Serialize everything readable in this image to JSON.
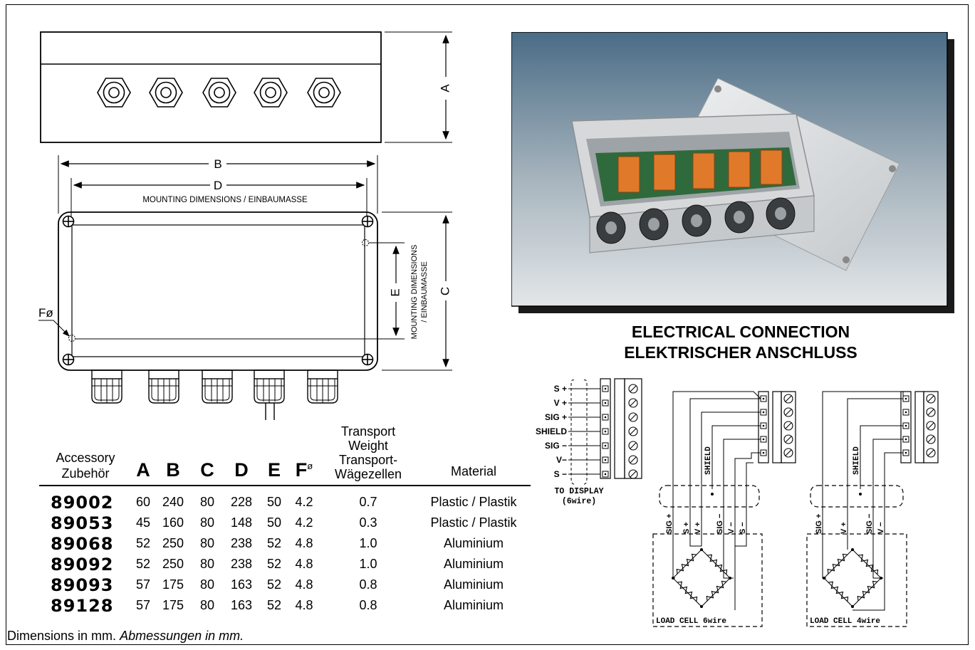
{
  "drawing": {
    "dim_a": "A",
    "dim_b": "B",
    "dim_c": "C",
    "dim_d": "D",
    "dim_e": "E",
    "dim_f": "Fø",
    "mounting_h": "MOUNTING DIMENSIONS / EINBAUMASSE",
    "mounting_v1": "MOUNTING DIMENSIONS",
    "mounting_v2": "/ EINBAUMASSE"
  },
  "connection": {
    "title_en": "ELECTRICAL CONNECTION",
    "title_de": "ELEKTRISCHER ANSCHLUSS",
    "display_pins": [
      "S +",
      "V +",
      "SIG +",
      "SHIELD",
      "SIG −",
      "V−",
      "S −"
    ],
    "to_display_1": "TO DISPLAY",
    "to_display_2": "(6wire)",
    "shield": "SHIELD",
    "six_wire_labels": [
      "SIG +",
      "S +",
      "V +",
      "SIG −",
      "V −",
      "S −"
    ],
    "four_wire_labels": [
      "SIG +",
      "V +",
      "SIG −",
      "V −"
    ],
    "load_cell_6": "LOAD CELL 6wire",
    "load_cell_4": "LOAD CELL 4wire"
  },
  "table": {
    "headers": {
      "accessory_1": "Accessory",
      "accessory_2": "Zubehör",
      "a": "A",
      "b": "B",
      "c": "C",
      "d": "D",
      "e": "E",
      "f": "F",
      "f_sub": "ø",
      "weight_1": "Transport",
      "weight_2": "Weight",
      "weight_3": "Transport-",
      "weight_4": "Wägezellen",
      "material": "Material"
    },
    "rows": [
      {
        "accessory": "89002",
        "a": "60",
        "b": "240",
        "c": "80",
        "d": "228",
        "e": "50",
        "f": "4.2",
        "weight": "0.7",
        "material": "Plastic / Plastik"
      },
      {
        "accessory": "89053",
        "a": "45",
        "b": "160",
        "c": "80",
        "d": "148",
        "e": "50",
        "f": "4.2",
        "weight": "0.3",
        "material": "Plastic / Plastik"
      },
      {
        "accessory": "89068",
        "a": "52",
        "b": "250",
        "c": "80",
        "d": "238",
        "e": "52",
        "f": "4.8",
        "weight": "1.0",
        "material": "Aluminium"
      },
      {
        "accessory": "89092",
        "a": "52",
        "b": "250",
        "c": "80",
        "d": "238",
        "e": "52",
        "f": "4.8",
        "weight": "1.0",
        "material": "Aluminium"
      },
      {
        "accessory": "89093",
        "a": "57",
        "b": "175",
        "c": "80",
        "d": "163",
        "e": "52",
        "f": "4.8",
        "weight": "0.8",
        "material": "Aluminium"
      },
      {
        "accessory": "89128",
        "a": "57",
        "b": "175",
        "c": "80",
        "d": "163",
        "e": "52",
        "f": "4.8",
        "weight": "0.8",
        "material": "Aluminium"
      }
    ]
  },
  "footnote": {
    "en": "Dimensions in mm.",
    "de": "Abmessungen in mm."
  }
}
